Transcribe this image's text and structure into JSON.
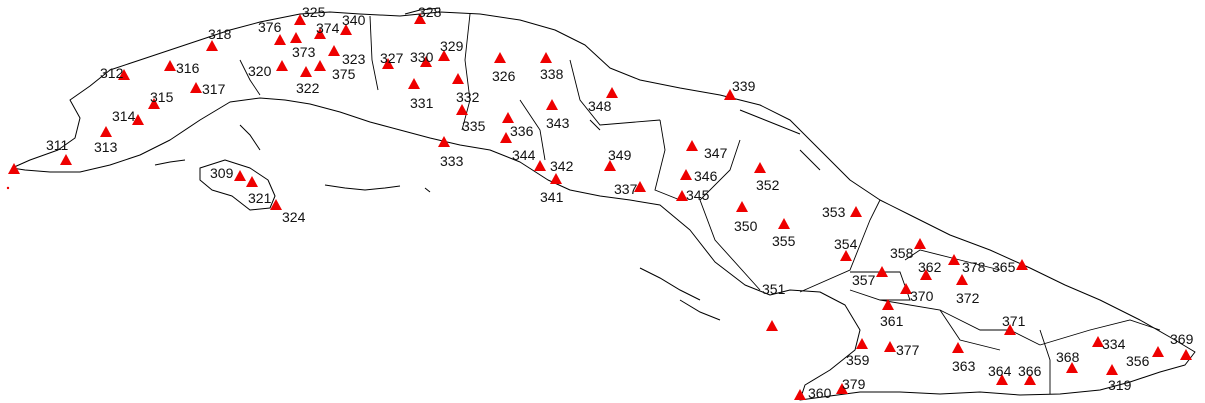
{
  "map": {
    "stations": [
      {
        "label": "311"
      },
      {
        "label": "312"
      },
      {
        "label": "313"
      },
      {
        "label": "314"
      },
      {
        "label": "315"
      },
      {
        "label": "316"
      },
      {
        "label": "317"
      },
      {
        "label": "318"
      },
      {
        "label": "309"
      },
      {
        "label": "321"
      },
      {
        "label": "324"
      },
      {
        "label": "320"
      },
      {
        "label": "322"
      },
      {
        "label": "376"
      },
      {
        "label": "325"
      },
      {
        "label": "373"
      },
      {
        "label": "374"
      },
      {
        "label": "340"
      },
      {
        "label": "323"
      },
      {
        "label": "375"
      },
      {
        "label": "327"
      },
      {
        "label": "330"
      },
      {
        "label": "329"
      },
      {
        "label": "328"
      },
      {
        "label": "331"
      },
      {
        "label": "332"
      },
      {
        "label": "335"
      },
      {
        "label": "336"
      },
      {
        "label": "333"
      },
      {
        "label": "344"
      },
      {
        "label": "342"
      },
      {
        "label": "341"
      },
      {
        "label": "326"
      },
      {
        "label": "338"
      },
      {
        "label": "343"
      },
      {
        "label": "348"
      },
      {
        "label": "339"
      },
      {
        "label": "349"
      },
      {
        "label": "337"
      },
      {
        "label": "347"
      },
      {
        "label": "346"
      },
      {
        "label": "345"
      },
      {
        "label": "352"
      },
      {
        "label": "350"
      },
      {
        "label": "355"
      },
      {
        "label": "353"
      },
      {
        "label": "354"
      },
      {
        "label": "358"
      },
      {
        "label": "357"
      },
      {
        "label": "362"
      },
      {
        "label": "378"
      },
      {
        "label": "365"
      },
      {
        "label": "370"
      },
      {
        "label": "372"
      },
      {
        "label": "351"
      },
      {
        "label": "361"
      },
      {
        "label": "371"
      },
      {
        "label": "359"
      },
      {
        "label": "377"
      },
      {
        "label": "363"
      },
      {
        "label": "360"
      },
      {
        "label": "379"
      },
      {
        "label": "364"
      },
      {
        "label": "366"
      },
      {
        "label": "368"
      },
      {
        "label": "334"
      },
      {
        "label": "356"
      },
      {
        "label": "369"
      },
      {
        "label": "319"
      }
    ],
    "colors": {
      "marker": "#ee0000",
      "outline": "#000000",
      "background": "#ffffff"
    }
  }
}
